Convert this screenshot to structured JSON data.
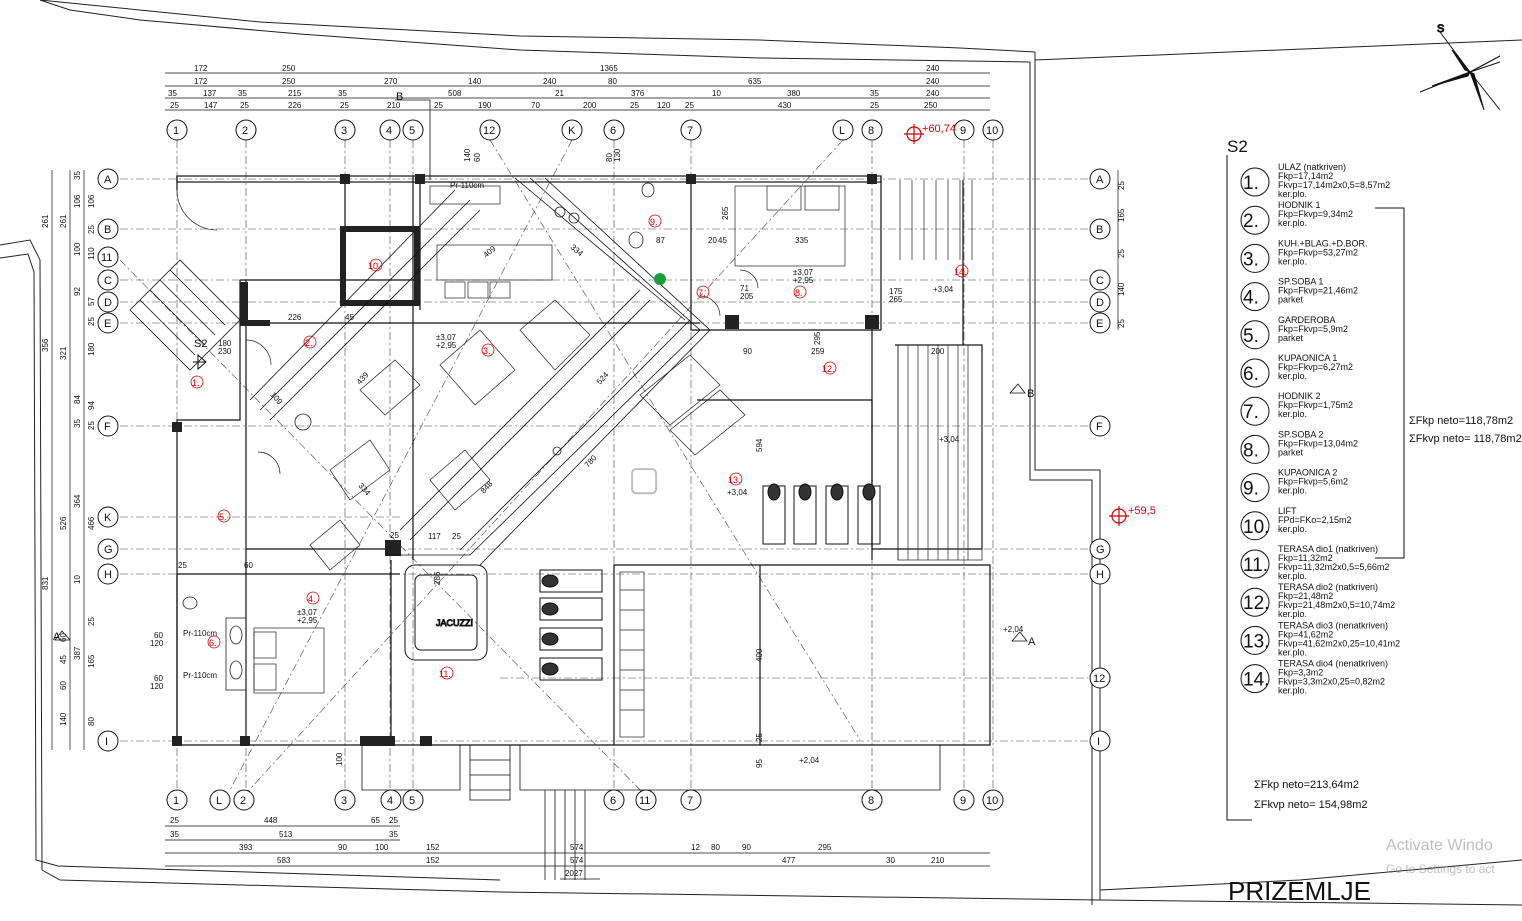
{
  "title": "PRIZEMLJE",
  "section_label": "S2",
  "section_marker": "S2",
  "jacuzzi_label": "JACUZZI",
  "watermark": {
    "line1": "Activate Windo",
    "line2": "Go to Settings to act"
  },
  "compass_letter": "S",
  "elevations": {
    "top_right": "+60,74",
    "right": "+59,5"
  },
  "section_marks": {
    "a": "A",
    "b": "B"
  },
  "axes": {
    "cols_top": [
      "1",
      "2",
      "3",
      "4",
      "5",
      "12",
      "K",
      "6",
      "7",
      "L",
      "8",
      "9",
      "10"
    ],
    "cols_bottom": [
      "1",
      "L",
      "2",
      "3",
      "4",
      "5",
      "6",
      "11",
      "7",
      "8",
      "9",
      "10"
    ],
    "rows_left": [
      "A",
      "B",
      "11",
      "C",
      "D",
      "E",
      "F",
      "K",
      "G",
      "H",
      "I"
    ],
    "rows_right": [
      "A",
      "B",
      "C",
      "D",
      "E",
      "F",
      "G",
      "H",
      "12",
      "I"
    ]
  },
  "dims_top": {
    "row1": [
      "172",
      "250",
      "1365",
      "240"
    ],
    "row2": [
      "172",
      "250",
      "270",
      "140",
      "240",
      "80",
      "635",
      "240"
    ],
    "row3": [
      "35",
      "137",
      "35",
      "215",
      "35",
      "508",
      "21",
      "376",
      "10",
      "380",
      "35",
      "240"
    ],
    "row4": [
      "25",
      "147",
      "25",
      "226",
      "25",
      "210",
      "25",
      "190",
      "70",
      "200",
      "25",
      "120",
      "25",
      "430",
      "25",
      "250"
    ]
  },
  "dims_bottom": {
    "row1": [
      "25",
      "448",
      "65",
      "25"
    ],
    "row2": [
      "35",
      "513",
      "35"
    ],
    "row3": [
      "393",
      "90",
      "100",
      "152",
      "574",
      "12",
      "80",
      "90",
      "295"
    ],
    "row4": [
      "583",
      "152",
      "574",
      "477",
      "30",
      "210"
    ],
    "row5": [
      "2027"
    ]
  },
  "dims_left": {
    "outer": [
      "261",
      "356",
      "831"
    ],
    "mid": [
      "261",
      "321",
      "526"
    ],
    "inner": [
      "35",
      "106",
      "106",
      "25",
      "100",
      "110",
      "92",
      "57",
      "25",
      "180",
      "84",
      "94",
      "35",
      "25",
      "364",
      "466",
      "10",
      "387",
      "165",
      "140",
      "80",
      "25",
      "60",
      "45",
      "60"
    ]
  },
  "dims_right": [
    "25",
    "165",
    "25",
    "140",
    "25"
  ],
  "dims_inner": [
    "140",
    "60",
    "80",
    "130",
    "409",
    "334",
    "87",
    "45",
    "20",
    "335",
    "71",
    "205",
    "175",
    "265",
    "226",
    "45",
    "180",
    "230",
    "439",
    "109",
    "259",
    "90",
    "295",
    "200",
    "524",
    "780",
    "594",
    "848",
    "334",
    "400",
    "25",
    "117",
    "25",
    "95",
    "100",
    "286",
    "60",
    "120",
    "60",
    "120",
    "25",
    "60",
    "265",
    "25"
  ],
  "levels": [
    {
      "id": "l1",
      "a": "±3,07",
      "b": "+2,95"
    },
    {
      "id": "l2",
      "a": "±3,07",
      "b": "+2,95"
    },
    {
      "id": "l3",
      "a": "±3,07",
      "b": "+2,95"
    },
    {
      "id": "l4",
      "a": "+3,04"
    },
    {
      "id": "l5",
      "a": "+3,04"
    },
    {
      "id": "l6",
      "a": "+3,04"
    },
    {
      "id": "l7",
      "a": "+2,04"
    },
    {
      "id": "l8",
      "a": "+2,04"
    }
  ],
  "room_labels": [
    "1.",
    "2.",
    "3.",
    "4.",
    "5.",
    "6.",
    "7.",
    "8.",
    "9.",
    "10.",
    "11.",
    "12.",
    "13.",
    "14."
  ],
  "small_labels": [
    "Pr-110cm",
    "Pr-110cm",
    "Pr-110cm"
  ],
  "rooms": [
    {
      "num": "1.",
      "name": "ULAZ (natkriven)",
      "l2": "Fkp=17,14m2",
      "l3": "Fkvp=17,14m2x0,5=8,57m2",
      "l4": "ker.plo."
    },
    {
      "num": "2.",
      "name": "HODNIK 1",
      "l2": "Fkp=Fkvp=9,34m2",
      "l3": "ker.plo."
    },
    {
      "num": "3.",
      "name": "KUH.+BLAG.+D.BOR.",
      "l2": "Fkp=Fkvp=53,27m2",
      "l3": "ker.plo."
    },
    {
      "num": "4.",
      "name": "SP.SOBA 1",
      "l2": "Fkp=Fkvp=21,46m2",
      "l3": "parket"
    },
    {
      "num": "5.",
      "name": "GARDEROBA",
      "l2": "Fkp=Fkvp=5,9m2",
      "l3": "parket"
    },
    {
      "num": "6.",
      "name": "KUPAONICA 1",
      "l2": "Fkp=Fkvp=6,27m2",
      "l3": "ker.plo."
    },
    {
      "num": "7.",
      "name": "HODNIK 2",
      "l2": "Fkp=Fkvp=1,75m2",
      "l3": "ker.plo."
    },
    {
      "num": "8.",
      "name": "SP.SOBA 2",
      "l2": "Fkp=Fkvp=13,04m2",
      "l3": "parket"
    },
    {
      "num": "9.",
      "name": "KUPAONICA 2",
      "l2": "Fkp=Fkvp=5,6m2",
      "l3": "ker.plo."
    },
    {
      "num": "10.",
      "name": "LIFT",
      "l2": "FPd=FKo=2,15m2",
      "l3": "ker.plo."
    },
    {
      "num": "11.",
      "name": "TERASA dio1 (natkriven)",
      "l2": "Fkp=11,32m2",
      "l3": "Fkvp=11,32m2x0,5=5,66m2",
      "l4": "ker.plo."
    },
    {
      "num": "12.",
      "name": "TERASA dio2 (natkriven)",
      "l2": "Fkp=21,48m2",
      "l3": "Fkvp=21,48m2x0,5=10,74m2",
      "l4": "ker.plo."
    },
    {
      "num": "13.",
      "name": "TERASA dio3 (nenatkriven)",
      "l2": "Fkp=41,62m2",
      "l3": "Fkvp=41,62m2x0,25=10,41m2",
      "l4": "ker.plo."
    },
    {
      "num": "14.",
      "name": "TERASA dio4 (nenatkriven)",
      "l2": "Fkp=3,3m2",
      "l3": "Fkvp=3,3m2x0,25=0,82m2",
      "l4": "ker.plo."
    }
  ],
  "subtotals": {
    "kp": "ΣFkp neto=118,78m2",
    "kvp": "ΣFkvp neto= 118,78m2"
  },
  "totals": {
    "kp": "ΣFkp neto=213,64m2",
    "kvp": "ΣFkvp neto= 154,98m2"
  }
}
